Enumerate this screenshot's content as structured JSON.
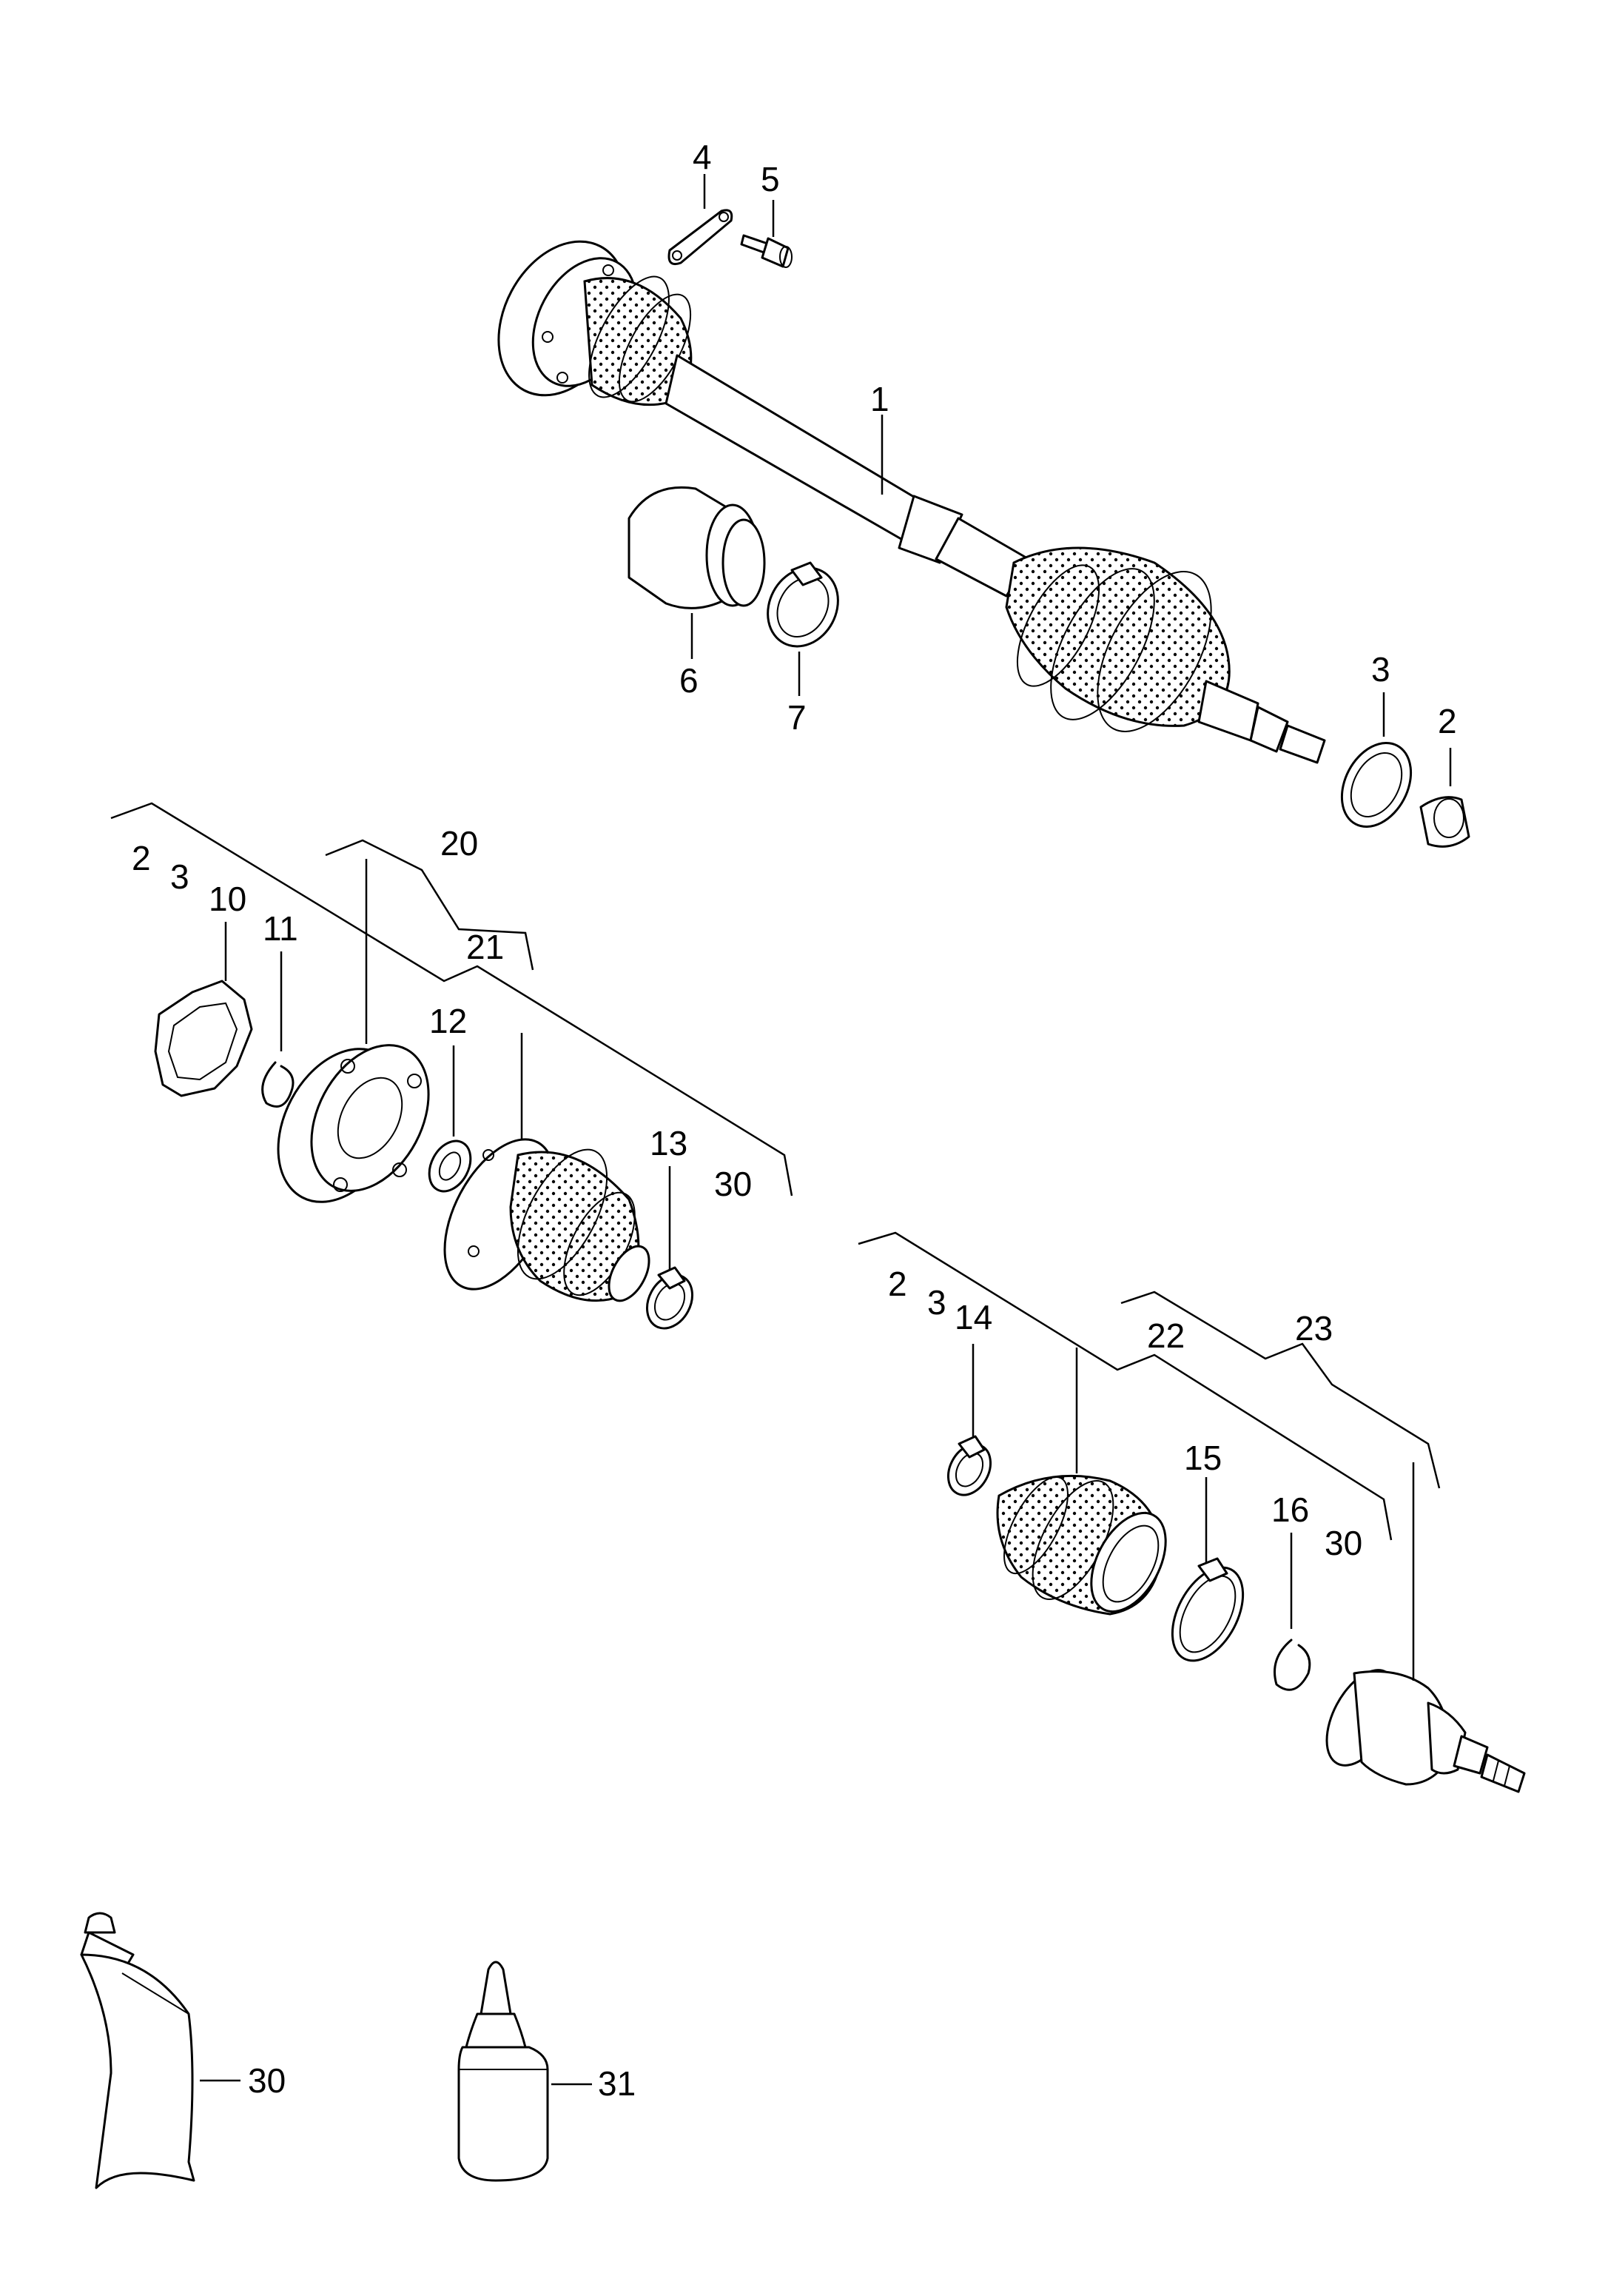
{
  "callouts": {
    "c1": "1",
    "c2a": "2",
    "c3a": "3",
    "c4": "4",
    "c5": "5",
    "c6": "6",
    "c7": "7",
    "c2b": "2",
    "c3b": "3",
    "c10": "10",
    "c11": "11",
    "c12": "12",
    "c13": "13",
    "c20": "20",
    "c21": "21",
    "c30a": "30",
    "c2c": "2",
    "c3c": "3",
    "c14": "14",
    "c15": "15",
    "c16": "16",
    "c22": "22",
    "c23": "23",
    "c30b": "30",
    "c30c": "30",
    "c31": "31"
  },
  "colors": {
    "line": "#000000",
    "background": "#ffffff"
  }
}
